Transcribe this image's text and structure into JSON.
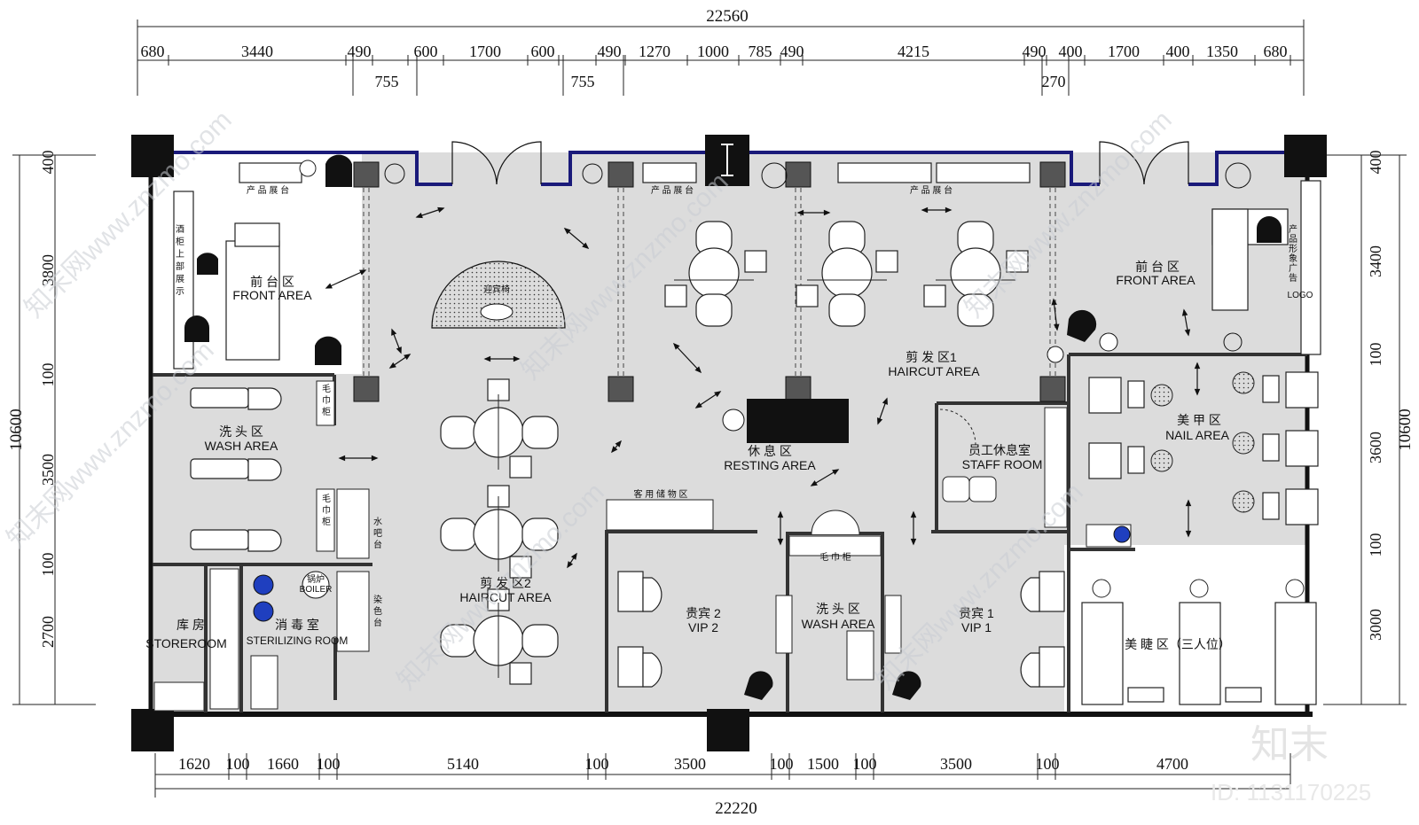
{
  "dimensions": {
    "top_total": "22560",
    "top_row": [
      "680",
      "3440",
      "490",
      "600",
      "1700",
      "600",
      "490",
      "1270",
      "1000",
      "785",
      "490",
      "4215",
      "490",
      "400",
      "1700",
      "400",
      "1350",
      "680"
    ],
    "top_sub": [
      "755",
      "755",
      "270"
    ],
    "bottom_row": [
      "1620",
      "100",
      "1660",
      "100",
      "5140",
      "100",
      "3500",
      "100",
      "1500",
      "100",
      "3500",
      "100",
      "4700"
    ],
    "bottom_total": "22220",
    "left_total": "10600",
    "left_row": [
      "400",
      "3800",
      "100",
      "3500",
      "100",
      "2700"
    ],
    "right_total": "10600",
    "right_row": [
      "400",
      "3400",
      "100",
      "3600",
      "100",
      "3000"
    ]
  },
  "rooms": {
    "front_left": {
      "cn": "前 台 区",
      "en": "FRONT AREA"
    },
    "front_right": {
      "cn": "前 台 区",
      "en": "FRONT AREA"
    },
    "wash_left": {
      "cn": "洗 头 区",
      "en": "WASH AREA"
    },
    "haircut2": {
      "cn": "剪  发  区2",
      "en": "HAIRCUT AREA"
    },
    "haircut1": {
      "cn": "剪  发  区1",
      "en": "HAIRCUT AREA"
    },
    "resting": {
      "cn": "休    息    区",
      "en": "RESTING AREA"
    },
    "staff": {
      "cn": "员工休息室",
      "en": "STAFF ROOM"
    },
    "nail": {
      "cn": "美  甲  区",
      "en": "NAIL AREA"
    },
    "vip2": {
      "cn": "贵宾 2",
      "en": "VIP 2"
    },
    "vip1": {
      "cn": "贵宾 1",
      "en": "VIP 1"
    },
    "wash_center": {
      "cn": "洗  头  区",
      "en": "WASH AREA"
    },
    "storeroom": {
      "cn": "库    房",
      "en": "STOREROOM"
    },
    "sterilizing": {
      "cn": "消    毒    室",
      "en": "STERILIZING ROOM"
    },
    "lash": {
      "cn": "美  睫  区（三人位）"
    }
  },
  "labels": {
    "product_display": "产 品 展 台",
    "welcome_seat": "迎宾椅",
    "guest_storage": "客 用 储 物 区",
    "towel_cabinet_h": "毛 巾 柜",
    "towel_cabinet_v": "毛巾柜",
    "water_bar": "水吧台",
    "dye_table": "染色台",
    "wine_cabinet": "酒柜上部展示",
    "image_wall": "产品形象广告",
    "logo": "LOGO",
    "boiler_cn": "锅炉",
    "boiler_en": "BOILER"
  },
  "watermark": {
    "site_text": "知末网www.znzmo.com",
    "brand": "知末",
    "id_text": "ID: 1131170225"
  },
  "colors": {
    "floor": "#dcdcdc",
    "wall": "#111111",
    "facade": "#1a1a7a",
    "boiler": "#1f3fbf"
  }
}
